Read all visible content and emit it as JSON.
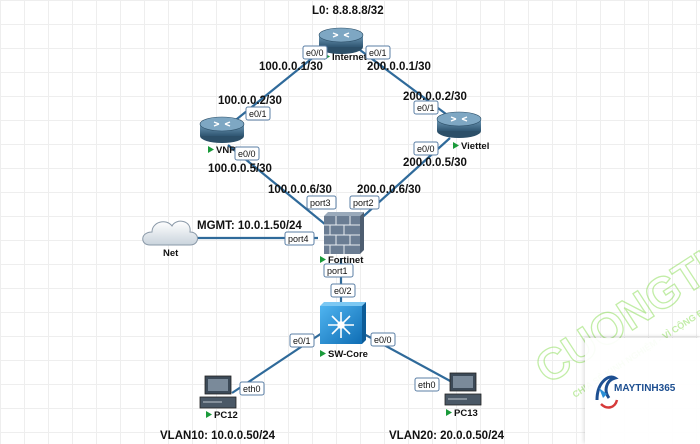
{
  "labels": {
    "l0": "L0: 8.8.8.8/32",
    "inet_l": "100.0.0.1/30",
    "inet_r": "200.0.0.1/30",
    "vnpt_top": "100.0.0.2/30",
    "vnpt_bot": "100.0.0.5/30",
    "fw_l": "100.0.0.6/30",
    "viettel_top": "200.0.0.2/30",
    "viettel_bot": "200.0.0.5/30",
    "fw_r": "200.0.0.6/30",
    "mgmt": "MGMT: 10.0.1.50/24",
    "vlan10": "VLAN10: 10.0.0.50/24",
    "vlan20": "VLAN20: 20.0.0.50/24"
  },
  "devices": {
    "internet": "Internet",
    "vnpt": "VNPT",
    "viettel": "Viettel",
    "fortinet": "Fortinet",
    "net": "Net",
    "swcore": "SW-Core",
    "pc12": "PC12",
    "pc13": "PC13"
  },
  "ports": {
    "inet_e00": "e0/0",
    "inet_e01": "e0/1",
    "vnpt_e01": "e0/1",
    "vnpt_e00": "e0/0",
    "viettel_e01": "e0/1",
    "viettel_e00": "e0/0",
    "fw_port3": "port3",
    "fw_port2": "port2",
    "fw_port4": "port4",
    "fw_port1": "port1",
    "sw_e02": "e0/2",
    "sw_e01": "e0/1",
    "sw_e00": "e0/0",
    "pc12_eth0": "eth0",
    "pc13_eth0": "eth0"
  },
  "watermark": {
    "main": "CUONGTINHOC.VN",
    "sub": "CHIA SẺ KINH NGHIỆM - VÌ CỘNG ĐỒNG"
  },
  "logo": {
    "name": "MAYTINH365"
  },
  "colors": {
    "link": "#2f6a9a",
    "router": "#3f6b86",
    "switch": "#1f8fd6",
    "firewall": "#6b7d93",
    "arrow": "#1a9a3a",
    "watermark": "#7ad83e"
  }
}
